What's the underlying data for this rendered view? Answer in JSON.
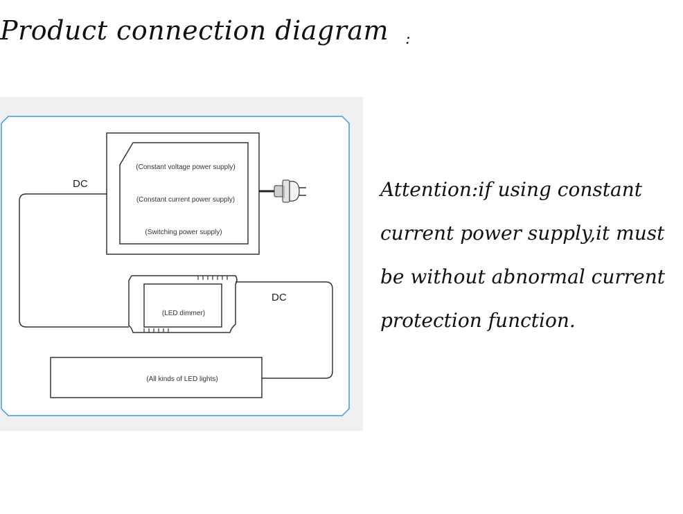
{
  "page": {
    "title": "Product connection diagram",
    "title_suffix": ":"
  },
  "diagram": {
    "power_supply_labels": [
      "(Constant voltage power supply)",
      "(Constant current power supply)",
      "(Switching power supply)"
    ],
    "dimmer_label": "(LED dimmer)",
    "lights_label": "(All kinds of LED lights)",
    "dc_label_left": "DC",
    "dc_label_right": "DC",
    "colors": {
      "frame": "#3a9bd5",
      "line": "#333333",
      "panel": "#eef0f2"
    },
    "icons": [
      "plug-icon"
    ]
  },
  "note": {
    "text": "Attention:if using constant current power supply,it must be without abnormal current protection function."
  }
}
